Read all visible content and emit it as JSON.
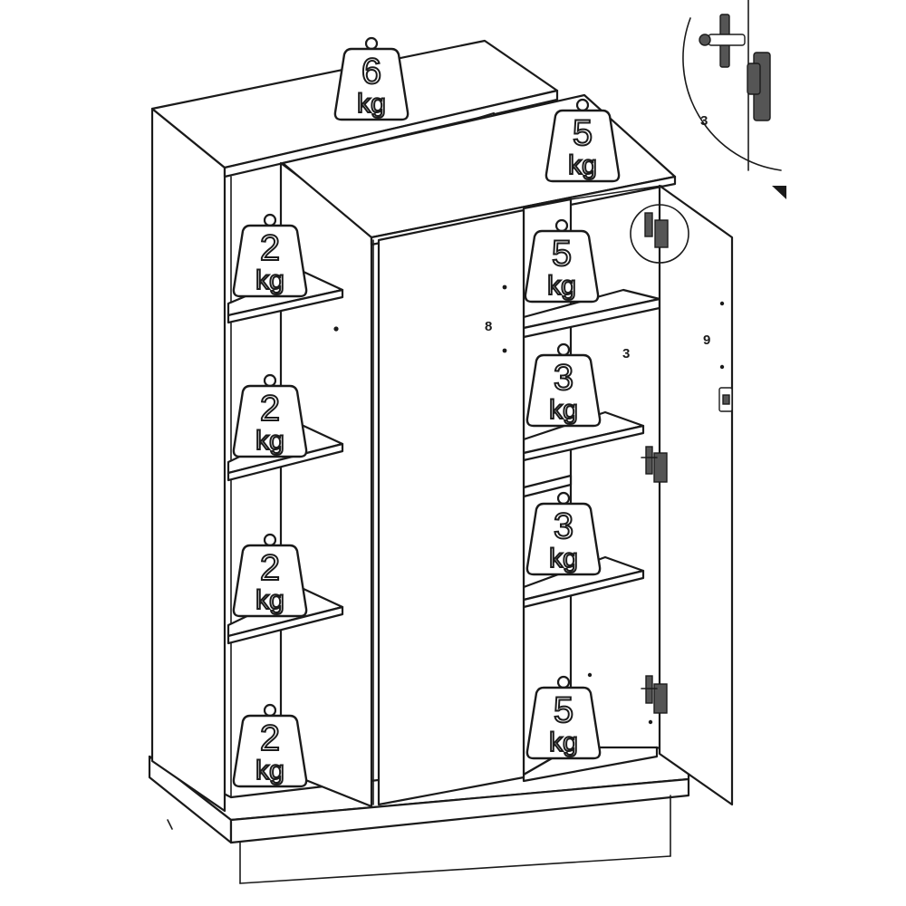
{
  "weights": [
    {
      "id": "top-left",
      "number": "6",
      "unit": "kg"
    },
    {
      "id": "top-right",
      "number": "5",
      "unit": "kg"
    },
    {
      "id": "left-shelf-1",
      "number": "2",
      "unit": "kg"
    },
    {
      "id": "left-shelf-2",
      "number": "2",
      "unit": "kg"
    },
    {
      "id": "left-shelf-3",
      "number": "2",
      "unit": "kg"
    },
    {
      "id": "left-bottom",
      "number": "2",
      "unit": "kg"
    },
    {
      "id": "right-shelf-1",
      "number": "5",
      "unit": "kg"
    },
    {
      "id": "right-shelf-2",
      "number": "3",
      "unit": "kg"
    },
    {
      "id": "right-shelf-3",
      "number": "3",
      "unit": "kg"
    },
    {
      "id": "right-bottom",
      "number": "5",
      "unit": "kg"
    }
  ],
  "callouts": {
    "detail_part": "3",
    "center_door_part": "8",
    "inner_part": "3",
    "open_door_part": "9"
  },
  "colors": {
    "line": "#1a1a1a",
    "background": "#ffffff",
    "hardware": "#555555"
  }
}
